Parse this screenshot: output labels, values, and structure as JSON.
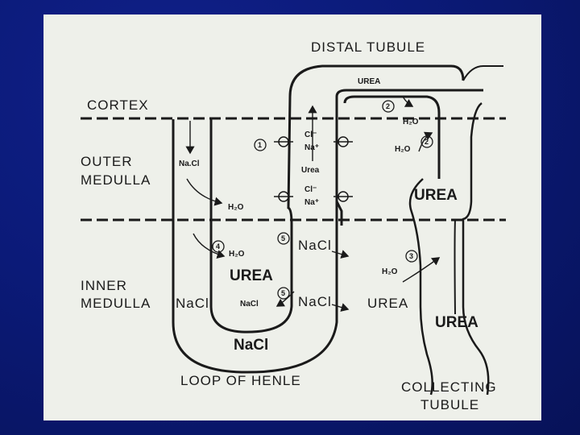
{
  "diagram": {
    "distal_tubule": "DISTAL TUBULE",
    "cortex": "CORTEX",
    "outer_medulla_1": "OUTER",
    "outer_medulla_2": "MEDULLA",
    "inner_medulla_1": "INNER",
    "inner_medulla_2": "MEDULLA",
    "loop_of_henle": "LOOP OF HENLE",
    "collecting_1": "COLLECTING",
    "collecting_2": "TUBULE",
    "urea": "UREA",
    "nacl": "NaCl",
    "nacl_dot": "Na.Cl",
    "nacl_small": "NaCl",
    "nacl_bold": "NaCl",
    "h2o": "H₂O",
    "cl": "Cl⁻",
    "na": "Na⁺",
    "ured": "Urea",
    "n1": "1",
    "n2": "2",
    "n3": "3",
    "n4": "4",
    "n5": "5"
  }
}
